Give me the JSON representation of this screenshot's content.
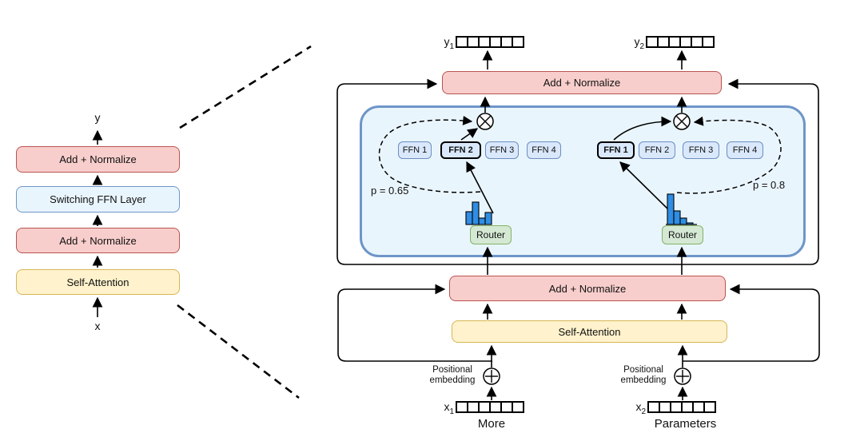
{
  "colors": {
    "add_normalize_fill": "#f8cecc",
    "add_normalize_stroke": "#b85450",
    "self_attention_fill": "#fff2cc",
    "self_attention_stroke": "#d6b656",
    "switch_layer_fill": "#e9f5fd",
    "switch_layer_stroke": "#6e95c8",
    "ffn_fill": "#dae8fc",
    "ffn_stroke": "#6c8ebf",
    "router_fill": "#d5e8d4",
    "router_stroke": "#82b366",
    "histogram_bar_fill": "#2f8de4"
  },
  "left_diagram": {
    "output_label": "y",
    "input_label": "x",
    "blocks": [
      {
        "label": "Add + Normalize"
      },
      {
        "label": "Switching FFN Layer"
      },
      {
        "label": "Add + Normalize"
      },
      {
        "label": "Self-Attention"
      }
    ]
  },
  "right_diagram": {
    "add_normalize_top": "Add + Normalize",
    "add_normalize_mid": "Add + Normalize",
    "self_attention": "Self-Attention",
    "positional_embedding": {
      "line1": "Positional",
      "line2": "embedding"
    },
    "outputs": {
      "y1": {
        "base": "y",
        "sub": "1",
        "cells": 6
      },
      "y2": {
        "base": "y",
        "sub": "2",
        "cells": 6
      }
    },
    "inputs": {
      "x1": {
        "base": "x",
        "sub": "1",
        "cells": 6,
        "token": "More"
      },
      "x2": {
        "base": "x",
        "sub": "2",
        "cells": 6,
        "token": "Parameters"
      }
    },
    "expert_layer": {
      "left_token": {
        "ffns": [
          "FFN 1",
          "FFN 2",
          "FFN 3",
          "FFN 4"
        ],
        "selected_ffn": "FFN 2",
        "probability": "p = 0.65",
        "router": "Router",
        "histogram": [
          16,
          28,
          8,
          15
        ]
      },
      "right_token": {
        "ffns": [
          "FFN 1",
          "FFN 2",
          "FFN 3",
          "FFN 4"
        ],
        "selected_ffn": "FFN 1",
        "probability": "p = 0.8",
        "router": "Router",
        "histogram": [
          38,
          17,
          8,
          2
        ]
      }
    }
  }
}
